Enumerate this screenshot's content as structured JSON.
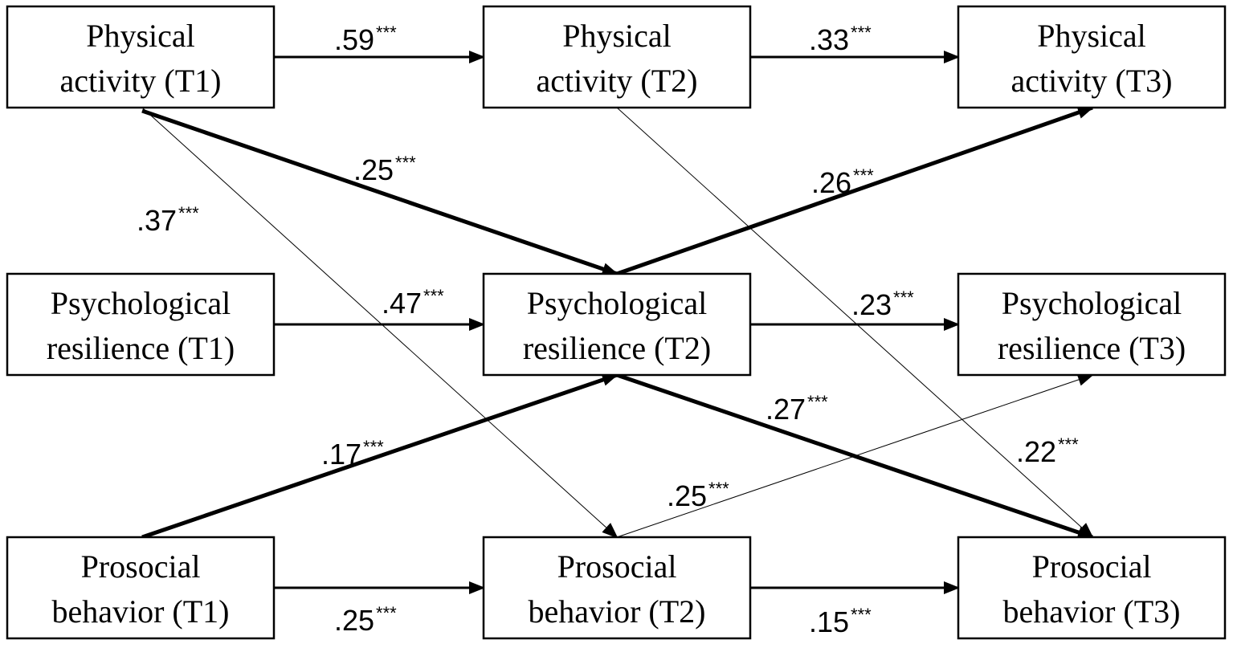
{
  "nodes": [
    {
      "id": "pa1",
      "line1": "Physical",
      "line2": "activity (T1)"
    },
    {
      "id": "pa2",
      "line1": "Physical",
      "line2": "activity (T2)"
    },
    {
      "id": "pa3",
      "line1": "Physical",
      "line2": "activity (T3)"
    },
    {
      "id": "pr1",
      "line1": "Psychological",
      "line2": "resilience (T1)"
    },
    {
      "id": "pr2",
      "line1": "Psychological",
      "line2": "resilience (T2)"
    },
    {
      "id": "pr3",
      "line1": "Psychological",
      "line2": "resilience (T3)"
    },
    {
      "id": "pb1",
      "line1": "Prosocial",
      "line2": "behavior (T1)"
    },
    {
      "id": "pb2",
      "line1": "Prosocial",
      "line2": "behavior (T2)"
    },
    {
      "id": "pb3",
      "line1": "Prosocial",
      "line2": "behavior (T3)"
    }
  ],
  "paths": [
    {
      "from": "pa1",
      "to": "pa2",
      "coef": ".59",
      "sig": "***",
      "weight": "normal"
    },
    {
      "from": "pa2",
      "to": "pa3",
      "coef": ".33",
      "sig": "***",
      "weight": "normal"
    },
    {
      "from": "pr1",
      "to": "pr2",
      "coef": ".47",
      "sig": "***",
      "weight": "normal"
    },
    {
      "from": "pr2",
      "to": "pr3",
      "coef": ".23",
      "sig": "***",
      "weight": "normal"
    },
    {
      "from": "pb1",
      "to": "pb2",
      "coef": ".25",
      "sig": "***",
      "weight": "normal"
    },
    {
      "from": "pb2",
      "to": "pb3",
      "coef": ".15",
      "sig": "***",
      "weight": "normal"
    },
    {
      "from": "pa1",
      "to": "pr2",
      "coef": ".25",
      "sig": "***",
      "weight": "bold"
    },
    {
      "from": "pr2",
      "to": "pa3",
      "coef": ".26",
      "sig": "***",
      "weight": "bold"
    },
    {
      "from": "pb1",
      "to": "pr2",
      "coef": ".17",
      "sig": "***",
      "weight": "bold"
    },
    {
      "from": "pr2",
      "to": "pb3",
      "coef": ".27",
      "sig": "***",
      "weight": "bold"
    },
    {
      "from": "pa1",
      "to": "pb2",
      "coef": ".37",
      "sig": "***",
      "weight": "thin"
    },
    {
      "from": "pa2",
      "to": "pb3",
      "coef": ".22",
      "sig": "***",
      "weight": "thin"
    },
    {
      "from": "pb2",
      "to": "pr3",
      "coef": ".25",
      "sig": "***",
      "weight": "thin"
    }
  ],
  "colors": {
    "stroke": "#000000",
    "background": "#ffffff"
  }
}
